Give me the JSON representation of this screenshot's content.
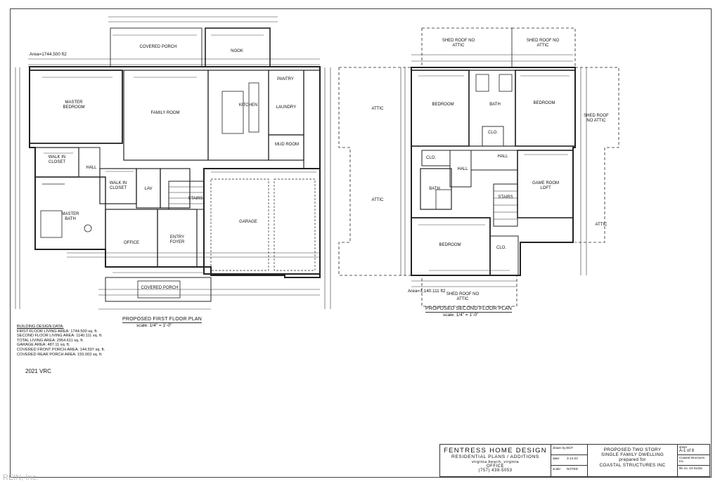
{
  "first_floor": {
    "area_label": "Area=1744.500 ft2",
    "title": "PROPOSED FIRST FLOOR PLAN",
    "scale": "scale: 1/4\" = 1'-0\"",
    "rooms": {
      "covered_porch": "COVERED PORCH",
      "nook": "NOOK",
      "master_bedroom": "MASTER BEDROOM",
      "family_room": "FAMILY ROOM",
      "kitchen": "KITCHEN",
      "laundry": "LAUNDRY",
      "pantry": "PANTRY",
      "mud_room": "MUD ROOM",
      "walk_in_closet_1": "WALK IN CLOSET",
      "hall": "HALL",
      "walk_in_closet_2": "WALK IN CLOSET",
      "lav": "LAV",
      "master_bath": "MASTER BATH",
      "office": "OFFICE",
      "entry_foyer": "ENTRY FOYER",
      "stairs": "STAIRS",
      "garage": "GARAGE",
      "covered_front_porch": "COVERED PORCH"
    }
  },
  "second_floor": {
    "area_label": "Area=1,140.111 ft2",
    "title": "PROPOSED SECOND FLOOR PLAN",
    "scale": "scale: 1/4\" = 1'-0\"",
    "rooms": {
      "shed_roof_1": "SHED ROOF NO ATTIC",
      "shed_roof_2": "SHED ROOF NO ATTIC",
      "shed_roof_3": "SHED ROOF NO ATTIC",
      "shed_roof_bottom": "SHED ROOF NO ATTIC",
      "attic_1": "ATTIC",
      "attic_2": "ATTIC",
      "attic_3": "ATTIC",
      "bedroom_1": "BEDROOM",
      "bath_1": "BATH",
      "bedroom_2": "BEDROOM",
      "clo_1": "CLO.",
      "clo_2": "CLO.",
      "hall_1": "HALL",
      "hall_2": "HALL",
      "bath_2": "BATH",
      "game_room": "GAME ROOM LOFT",
      "stairs": "STAIRS",
      "bedroom_3": "BEDROOM",
      "clo_3": "CLO."
    }
  },
  "design_data": {
    "heading": "BUILDING DESIGN DATA:",
    "rows": [
      "FIRST FLOOR LIVING AREA:   1744.500 sq. ft.",
      "SECOND FLOOR LIVING AREA:   1140.111 sq. ft.",
      "TOTAL LIVING AREA:   2954.611 sq. ft.",
      "GARAGE AREA:   487.11 sq. ft.",
      "COVERED FRONT PORCH AREA:   144.597 sq. ft.",
      "COVERED REAR PORCH AREA:   155.003 sq. ft."
    ]
  },
  "year_stamp": "2021 VRC",
  "watermark": "REIN, Inc.",
  "title_block": {
    "company": "FENTRESS HOME DESIGN",
    "subtitle": "RESIDENTIAL PLANS / ADDITIONS",
    "city": "virginia beach, virginia",
    "office_label": "OFFICE",
    "phone": "(757) 438-5053",
    "drawn_label": "drawn by:",
    "drawn_value": "BCF",
    "date_label": "date:",
    "date_value": "3-14-24",
    "scale_label": "scale:",
    "scale_value": "NOTED",
    "project_line1": "PROPOSED TWO STORY",
    "project_line2": "SINGLE FAMILY DWELLING",
    "project_line3": "prepared for",
    "project_line4": "COASTAL STRUCTURES INC",
    "sheet_label": "sheet",
    "sheet_value": "A-1 of 8",
    "client_short": "Coastal Structures Inc.",
    "file_label": "file no.",
    "file_value": "24-3142a"
  }
}
